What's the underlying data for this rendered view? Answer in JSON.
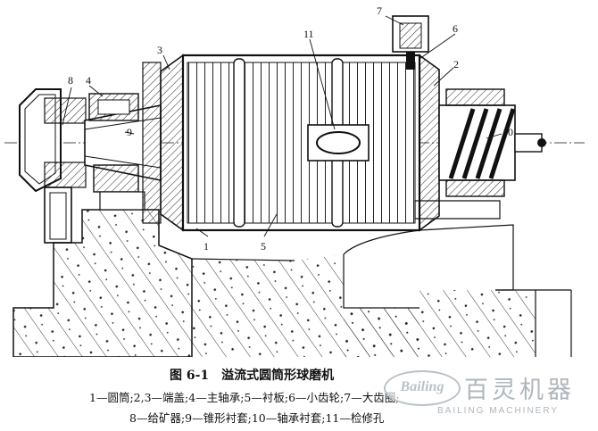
{
  "labels": {
    "l1": "1",
    "l2": "2",
    "l3": "3",
    "l4": "4",
    "l5": "5",
    "l6": "6",
    "l7": "7",
    "l8": "8",
    "l9": "9",
    "l10": "10",
    "l11": "11"
  },
  "caption": {
    "figure_number": "图 6-1",
    "figure_title": "溢流式圆筒形球磨机",
    "legend_line1": "1—圆筒;2,3—端盖;4—主轴承;5—衬板;6—小齿轮;7—大齿圈;",
    "legend_line2": "8—给矿器;9—锥形衬套;10—轴承衬套;11—检修孔"
  },
  "watermark": {
    "logo_text": "Bailing",
    "company_cn": "百灵机器",
    "company_en": "BAILING MACHINERY"
  }
}
